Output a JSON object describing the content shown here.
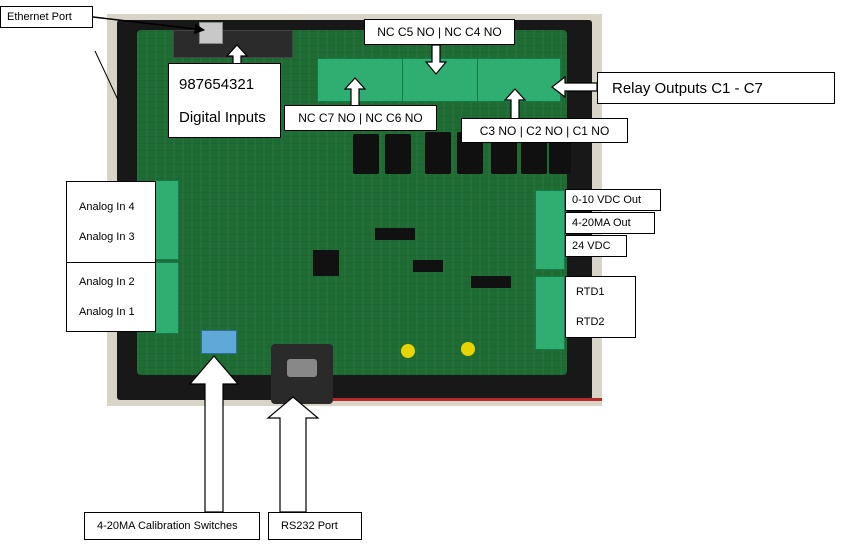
{
  "labels": {
    "ethernet_port": "Ethernet Port",
    "nc_c5_c4": "NC C5 NO | NC C4 NO",
    "digital_numbers": "987654321",
    "digital_inputs": "Digital Inputs",
    "nc_c7_c6": "NC C7 NO | NC C6 NO",
    "relay_outputs": "Relay Outputs C1 - C7",
    "c3_c2_c1": "C3 NO | C2 NO | C1 NO",
    "analog_in_4": "Analog In 4",
    "analog_in_3": "Analog In 3",
    "analog_in_2": "Analog In 2",
    "analog_in_1": "Analog In 1",
    "vdc_out": "0-10 VDC Out",
    "ma_out": "4-20MA Out",
    "vdc_24": "24 VDC",
    "rtd1": "RTD1",
    "rtd2": "RTD2",
    "calibration_switches": "4-20MA Calibration Switches",
    "rs232_port": "RS232 Port"
  }
}
